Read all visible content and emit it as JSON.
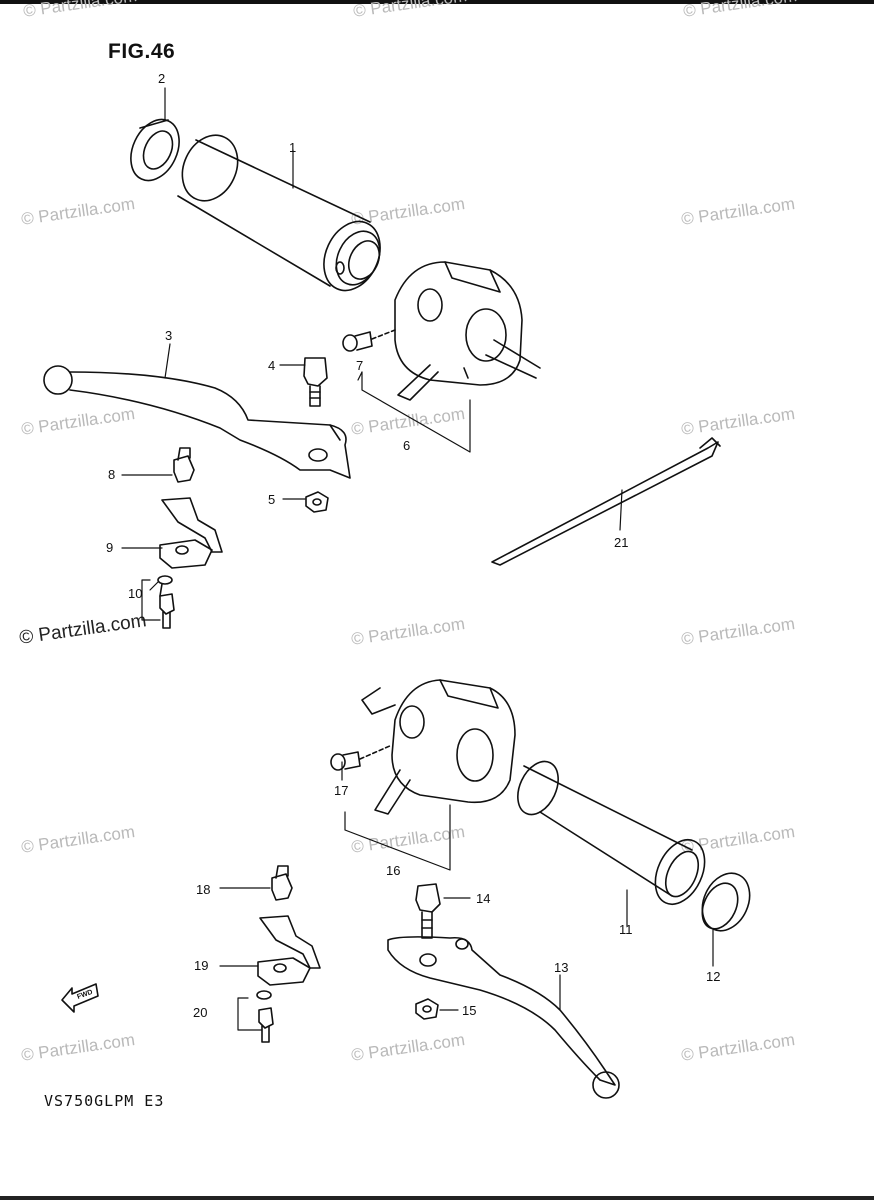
{
  "figure": {
    "title": "FIG.46",
    "model": "VS750GLPM E3"
  },
  "watermark": {
    "text": "© Partzilla.com"
  },
  "callouts": [
    {
      "num": "1"
    },
    {
      "num": "2"
    },
    {
      "num": "3"
    },
    {
      "num": "4"
    },
    {
      "num": "5"
    },
    {
      "num": "6"
    },
    {
      "num": "7"
    },
    {
      "num": "8"
    },
    {
      "num": "9"
    },
    {
      "num": "10"
    },
    {
      "num": "11"
    },
    {
      "num": "12"
    },
    {
      "num": "13"
    },
    {
      "num": "14"
    },
    {
      "num": "15"
    },
    {
      "num": "16"
    },
    {
      "num": "17"
    },
    {
      "num": "18"
    },
    {
      "num": "19"
    },
    {
      "num": "20"
    },
    {
      "num": "21"
    }
  ],
  "fwd_arrow": {
    "label": "FWD"
  },
  "colors": {
    "line": "#111111",
    "watermark": "#b9b9b9"
  }
}
